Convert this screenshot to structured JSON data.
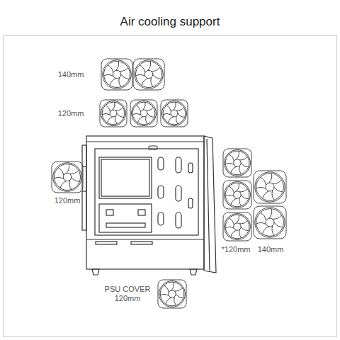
{
  "diagram": {
    "title": "Air cooling support",
    "labels": [
      "140mm",
      "120mm",
      "120mm",
      "*120mm",
      "140mm",
      "PSU COVER",
      "120mm"
    ]
  }
}
